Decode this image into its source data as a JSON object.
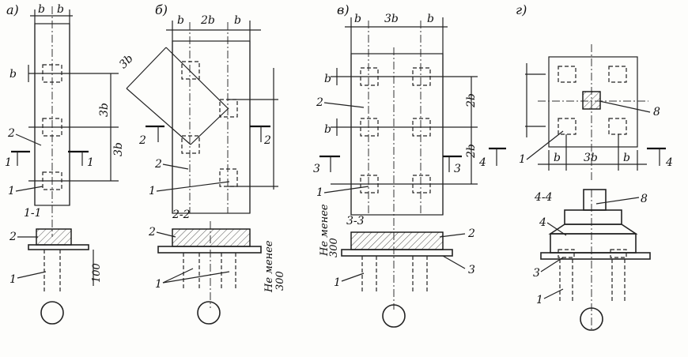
{
  "panels": {
    "a": {
      "letter": "а)",
      "dims_top": [
        "b",
        "b"
      ],
      "dim_side": "b",
      "dims_right": [
        "3b",
        "3b"
      ],
      "labels": {
        "two": "2",
        "one": "1",
        "sec_left": "1",
        "sec_right": "1"
      },
      "section": {
        "title": "1-1",
        "label_two": "2",
        "label_one": "1",
        "dim": "100"
      }
    },
    "b": {
      "letter": "б)",
      "dims_top": [
        "b",
        "2b",
        "b"
      ],
      "diag": "3b",
      "labels": {
        "two_upper": "2",
        "two_lower": "2",
        "one": "1",
        "sec_left": "2",
        "sec_right": "2"
      },
      "section": {
        "title": "2-2",
        "label_two": "2",
        "label_one": "1",
        "note": "Не менее",
        "note_val": "300"
      }
    },
    "v": {
      "letter": "в)",
      "dims_top": [
        "b",
        "3b",
        "b"
      ],
      "dims_left": [
        "b",
        "b"
      ],
      "dims_right": [
        "2b",
        "2b"
      ],
      "labels": {
        "two": "2",
        "one": "1",
        "sec_left": "3",
        "sec_right": "3",
        "sec4": "4"
      },
      "section": {
        "title": "3-3",
        "label_two": "2",
        "label_three": "3",
        "label_one": "1",
        "note": "Не менее",
        "note_val": "300"
      }
    },
    "g": {
      "letter": "г)",
      "dims_bottom": [
        "b",
        "3b",
        "b"
      ],
      "labels": {
        "eight": "8",
        "one": "1",
        "sec4": "4"
      },
      "section": {
        "title": "4-4",
        "label_eight": "8",
        "label_four": "4",
        "label_three": "3",
        "label_one": "1"
      }
    }
  }
}
